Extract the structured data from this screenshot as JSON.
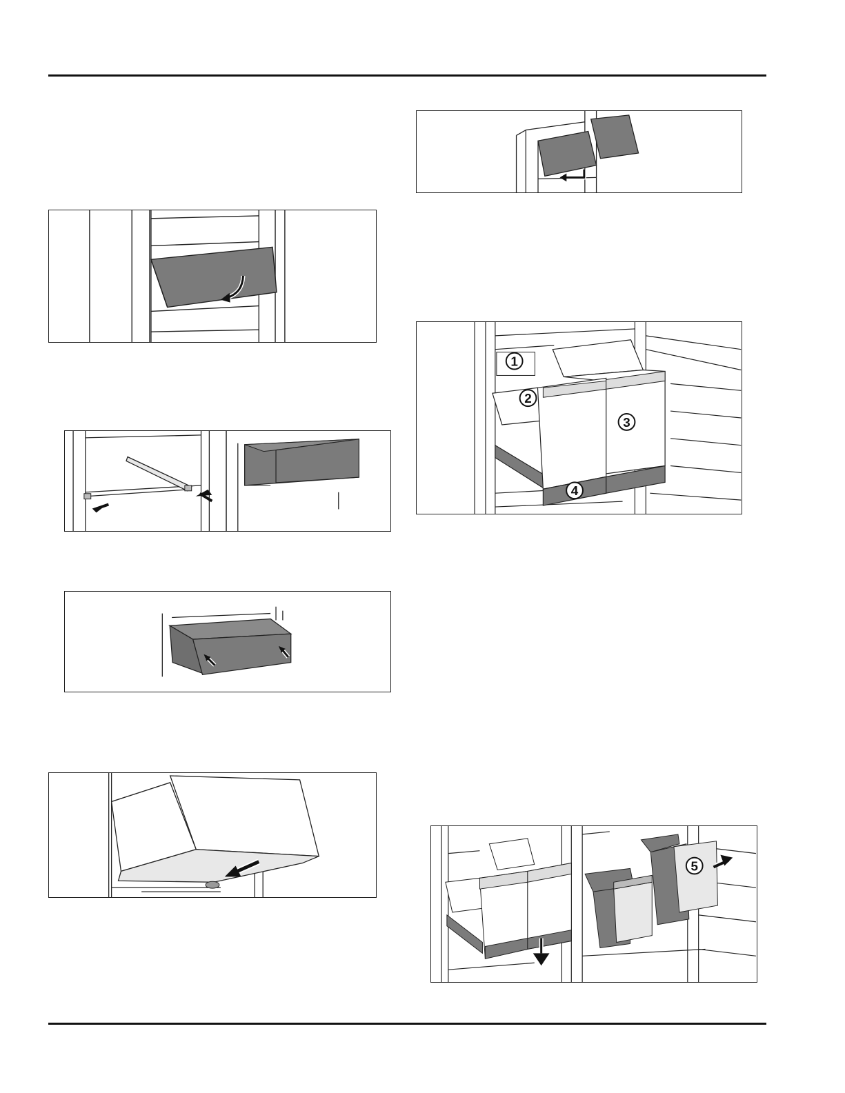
{
  "figures": {
    "drawer_open": {
      "description_name": "drawer-open-figure"
    },
    "rails": {
      "description_name": "rails-figure"
    },
    "drawer_insert": {
      "description_name": "drawer-insert-figure"
    },
    "drawer_lift": {
      "description_name": "drawer-lift-figure"
    },
    "flap_open": {
      "description_name": "flap-open-figure"
    },
    "bins_overview": {
      "callouts": [
        "1",
        "2",
        "3",
        "4"
      ]
    },
    "bins_removal": {
      "callouts": [
        "5"
      ]
    }
  },
  "colors": {
    "drawer_fill": "#7b7b7b",
    "panel_fill": "#e8e8e8",
    "line": "#222222",
    "arrow": "#111111"
  }
}
